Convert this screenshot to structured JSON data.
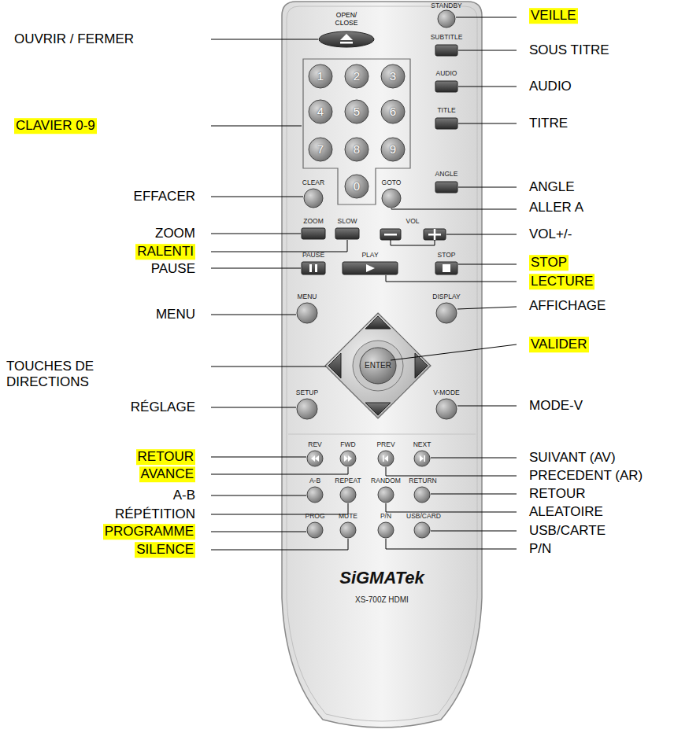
{
  "diagram": {
    "labels": [
      "OUVRIR / FERMER",
      "CLAVIER 0-9",
      "EFFACER",
      "ZOOM",
      "RALENTI",
      "PAUSE",
      "MENU",
      "TOUCHES DE DIRECTIONS",
      "RÉGLAGE",
      "RETOUR",
      "AVANCE",
      "A-B",
      "RÉPÉTITION",
      "PROGRAMME",
      "SILENCE",
      "VEILLE",
      "SOUS TITRE",
      "AUDIO",
      "TITRE",
      "ANGLE",
      "ALLER A",
      "VOL+/-",
      "STOP",
      "LECTURE",
      "AFFICHAGE",
      "VALIDER",
      "MODE-V",
      "SUIVANT (AV)",
      "PRECEDENT (AR)",
      "RETOUR",
      "ALEATOIRE",
      "USB/CARTE",
      "P/N",
      "OPEN/ CLOSE",
      "STANDBY",
      "1",
      "2",
      "3",
      "4",
      "5",
      "6",
      "7",
      "8",
      "9",
      "0",
      "SUBTITLE",
      "AUDIO",
      "TITLE",
      "CLEAR",
      "GOTO",
      "ANGLE",
      "ZOOM",
      "SLOW",
      "VOL",
      "PAUSE",
      "PLAY",
      "STOP",
      "MENU",
      "DISPLAY",
      "ENTER",
      "SETUP",
      "V-MODE",
      "REV",
      "FWD",
      "PREV",
      "NEXT",
      "A-B",
      "REPEAT",
      "RANDOM",
      "RETURN",
      "PROG",
      "MUTE",
      "P/N",
      "USB/CARD",
      "SiGMATek",
      "XS-700Z HDMI"
    ]
  }
}
